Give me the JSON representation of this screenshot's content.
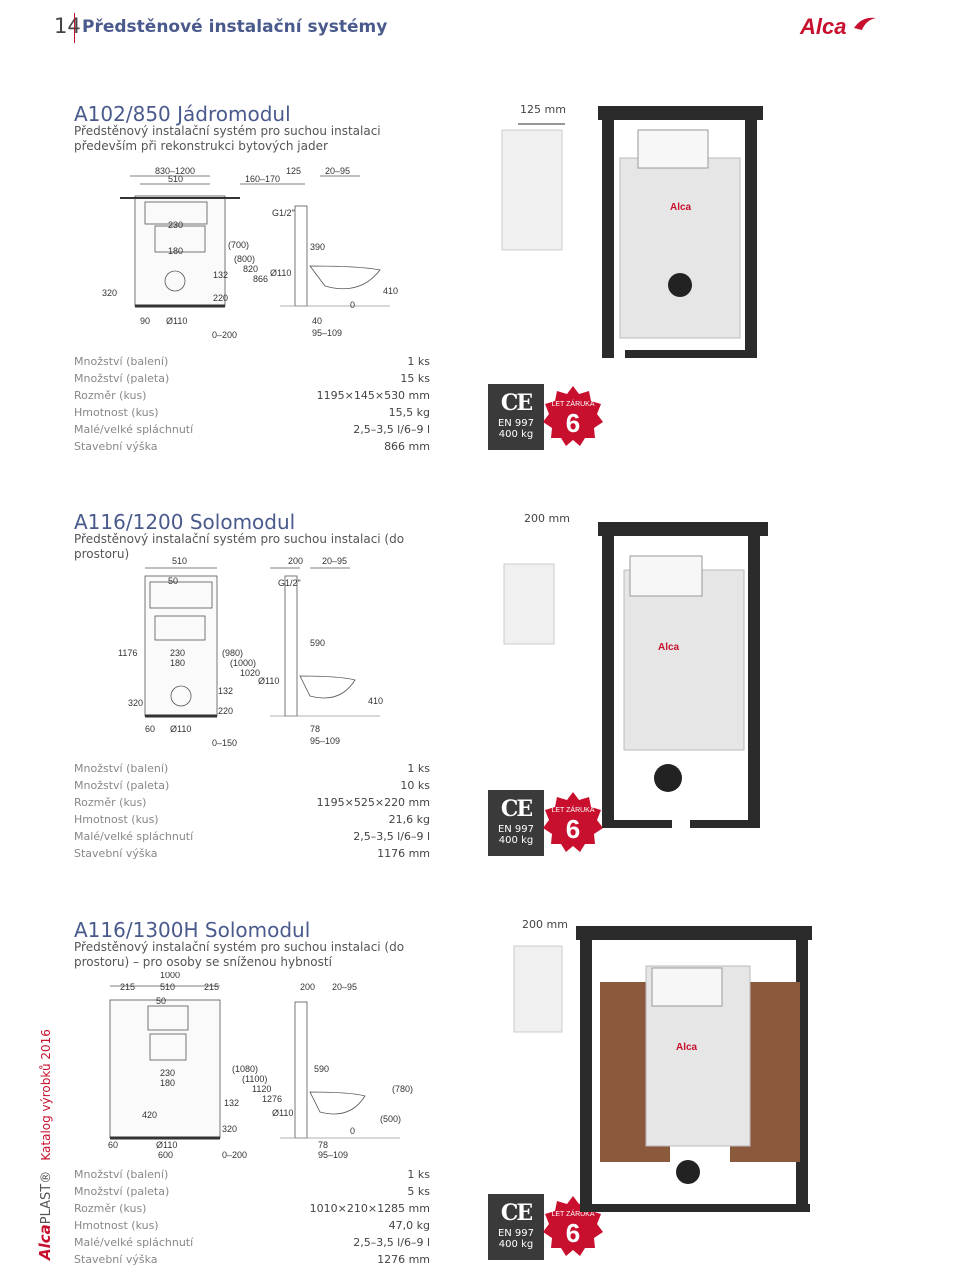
{
  "header": {
    "page_number": "14",
    "title": "Předstěnové instalační systémy",
    "logo": "Alca"
  },
  "sidebar": {
    "brand_a": "Alca",
    "brand_b": "PLAST",
    "reg": "®",
    "catalog": "Katalog výrobků 2016"
  },
  "products": [
    {
      "title": "A102/850 Jádromodul",
      "subtitle": "Předstěnový instalační systém pro suchou instalaci především při rekonstrukci bytových jader",
      "photo_dim": "125 mm",
      "drawing_dims": [
        "830–1200",
        "510",
        "160–170",
        "125",
        "20–95",
        "230",
        "180",
        "320",
        "90",
        "Ø110",
        "0–200",
        "220",
        "132",
        "(700)",
        "(800)",
        "820",
        "866",
        "Ø110",
        "G1/2\"",
        "390",
        "40",
        "95–109",
        "0",
        "410"
      ],
      "specs": [
        {
          "label": "Množství (balení)",
          "value": "1 ks"
        },
        {
          "label": "Množství (paleta)",
          "value": "15 ks"
        },
        {
          "label": "Rozměr (kus)",
          "value": "1195×145×530 mm"
        },
        {
          "label": "Hmotnost (kus)",
          "value": "15,5 kg"
        },
        {
          "label": "Malé/velké splách­nutí",
          "value": "2,5–3,5 l/6–9 l"
        },
        {
          "label": "Stavební výška",
          "value": "866 mm"
        }
      ]
    },
    {
      "title": "A116/1200 Solomodul",
      "subtitle": "Předstěnový instalační systém pro suchou instalaci (do prostoru)",
      "photo_dim": "200 mm",
      "drawing_dims": [
        "510",
        "200",
        "20–95",
        "50",
        "G1/2\"",
        "1176",
        "230",
        "180",
        "(980)",
        "(1000)",
        "1020",
        "590",
        "320",
        "132",
        "Ø110",
        "220",
        "60",
        "Ø110",
        "0–150",
        "78",
        "95–109",
        "410"
      ],
      "specs": [
        {
          "label": "Množství (balení)",
          "value": "1 ks"
        },
        {
          "label": "Množství (paleta)",
          "value": "10 ks"
        },
        {
          "label": "Rozměr (kus)",
          "value": "1195×525×220 mm"
        },
        {
          "label": "Hmotnost (kus)",
          "value": "21,6 kg"
        },
        {
          "label": "Malé/velké splách­nutí",
          "value": "2,5–3,5 l/6–9 l"
        },
        {
          "label": "Stavební výška",
          "value": "1176 mm"
        }
      ]
    },
    {
      "title": "A116/1300H Solomodul",
      "subtitle": "Předstěnový instalační systém pro suchou instalaci (do prostoru) – pro osoby se sníženou hybností",
      "photo_dim": "200 mm",
      "drawing_dims": [
        "1000",
        "215",
        "510",
        "215",
        "200",
        "20–95",
        "50",
        "230",
        "180",
        "420",
        "60",
        "Ø110",
        "600",
        "0–200",
        "320",
        "132",
        "(1080)",
        "(1100)",
        "1120",
        "1276",
        "Ø110",
        "590",
        "78",
        "95–109",
        "0",
        "(500)",
        "(780)"
      ],
      "specs": [
        {
          "label": "Množství (balení)",
          "value": "1 ks"
        },
        {
          "label": "Množství (paleta)",
          "value": "5 ks"
        },
        {
          "label": "Rozměr (kus)",
          "value": "1010×210×1285 mm"
        },
        {
          "label": "Hmotnost (kus)",
          "value": "47,0 kg"
        },
        {
          "label": "Malé/velké splách­nutí",
          "value": "2,5–3,5 l/6–9 l"
        },
        {
          "label": "Stavební výška",
          "value": "1276 mm"
        }
      ]
    }
  ],
  "badge": {
    "ce": "CE",
    "en": "EN 997",
    "load": "400 kg",
    "warranty_years": "6",
    "warranty_text": "LET ZÁRUKA"
  },
  "colors": {
    "accent": "#c8102e",
    "title": "#4a5a8c",
    "frame": "#2b2b2b",
    "cistern": "#e6e6e6",
    "wood": "#8b5a3c"
  }
}
